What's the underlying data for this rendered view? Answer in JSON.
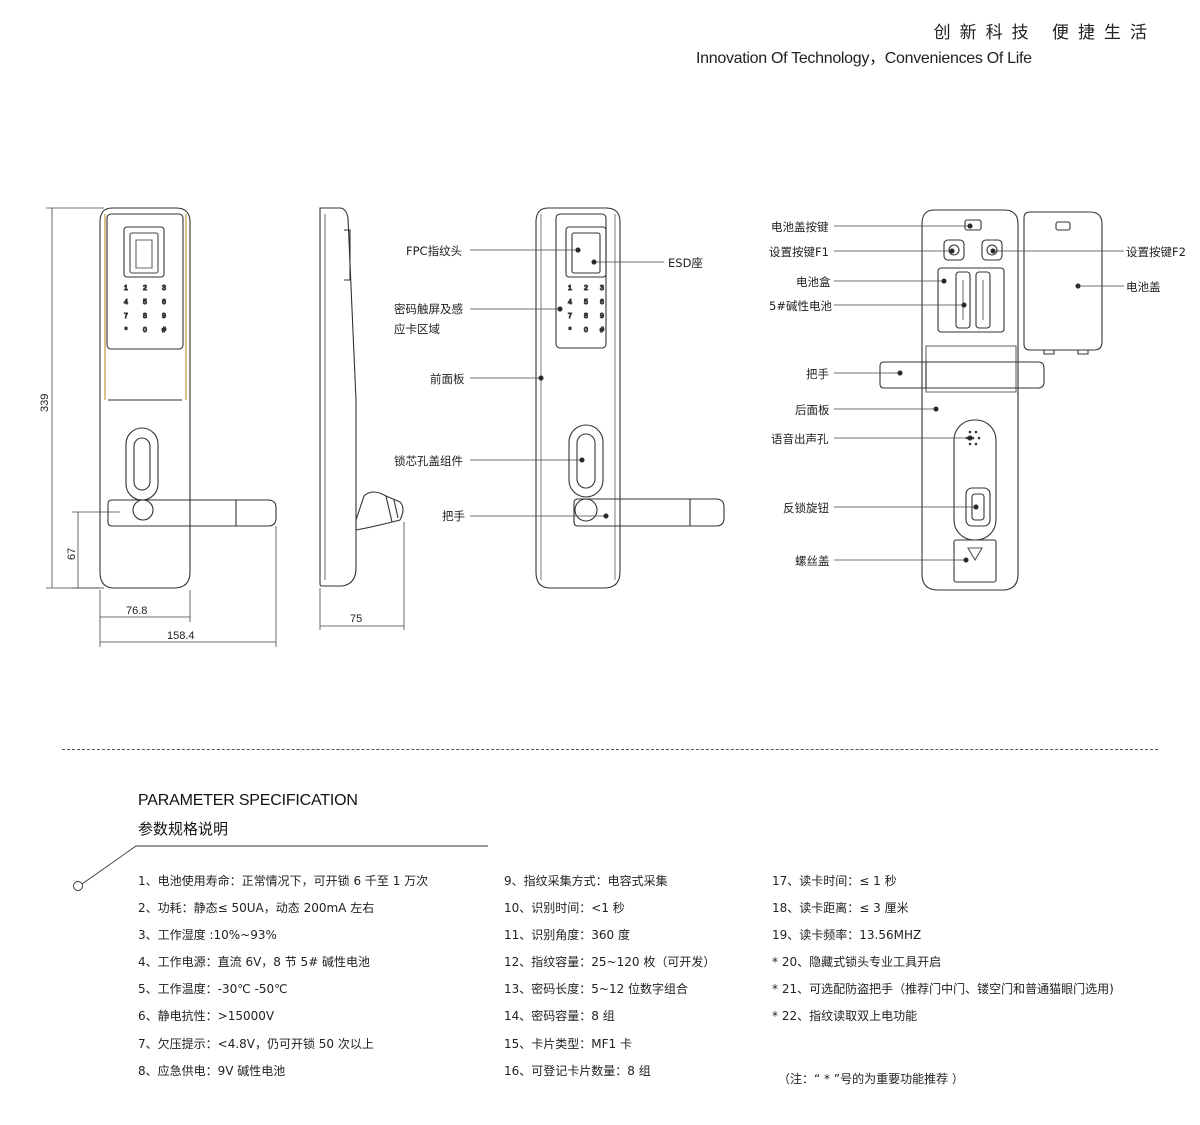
{
  "header": {
    "slogan_cn": "创新科技 便捷生活",
    "slogan_en": "Innovation Of Technology，Conveniences Of Life"
  },
  "front_view": {
    "keypad": [
      "1",
      "2",
      "3",
      "4",
      "5",
      "6",
      "7",
      "8",
      "9",
      "*",
      "0",
      "#"
    ],
    "dimensions": {
      "height": "339",
      "handle_height": "67",
      "handle_offset": "76.8",
      "total_width": "158.4"
    }
  },
  "side_view": {
    "dimensions": {
      "depth": "75"
    }
  },
  "front_labels": {
    "fpc": "FPC指纹头",
    "esd": "ESD座",
    "touch_1": "密码触屏及感",
    "touch_2": "应卡区域",
    "front_panel": "前面板",
    "cylinder_cover": "锁芯孔盖组件",
    "handle": "把手"
  },
  "rear_labels": {
    "battery_cover_button": "电池盖按键",
    "setting_f1": "设置按键F1",
    "setting_f2": "设置按键F2",
    "battery_box": "电池盒",
    "battery": "5#碱性电池",
    "battery_cover": "电池盖",
    "handle": "把手",
    "rear_panel": "后面板",
    "speaker": "语音出声孔",
    "knob": "反锁旋钮",
    "screw_cover": "螺丝盖"
  },
  "spec": {
    "title_en": "PARAMETER SPECIFICATION",
    "title_cn": "参数规格说明",
    "col1": [
      "1、电池使用寿命：正常情况下，可开锁 6 千至 1 万次",
      "2、功耗：静态≤ 50UA，动态 200mA 左右",
      "3、工作湿度 :10%~93%",
      "4、工作电源：直流 6V，8 节 5# 碱性电池",
      "5、工作温度：-30℃ -50℃",
      "6、静电抗性：>15000V",
      "7、欠压提示：<4.8V，仍可开锁 50 次以上",
      "8、应急供电：9V 碱性电池"
    ],
    "col2": [
      "9、指纹采集方式：电容式采集",
      "10、识别时间：<1 秒",
      "11、识别角度：360 度",
      "12、指纹容量：25~120 枚（可开发）",
      "13、密码长度：5~12 位数字组合",
      "14、密码容量：8 组",
      "15、卡片类型：MF1 卡",
      "16、可登记卡片数量：8 组"
    ],
    "col3": [
      "17、读卡时间：≤ 1 秒",
      "18、读卡距离：≤ 3 厘米",
      "19、读卡频率：13.56MHZ",
      "* 20、隐藏式锁头专业工具开启",
      "* 21、可选配防盗把手（推荐门中门、镂空门和普通猫眼门选用)",
      "* 22、指纹读取双上电功能"
    ],
    "note": "（注：“ * ”号的为重要功能推荐 ）"
  }
}
